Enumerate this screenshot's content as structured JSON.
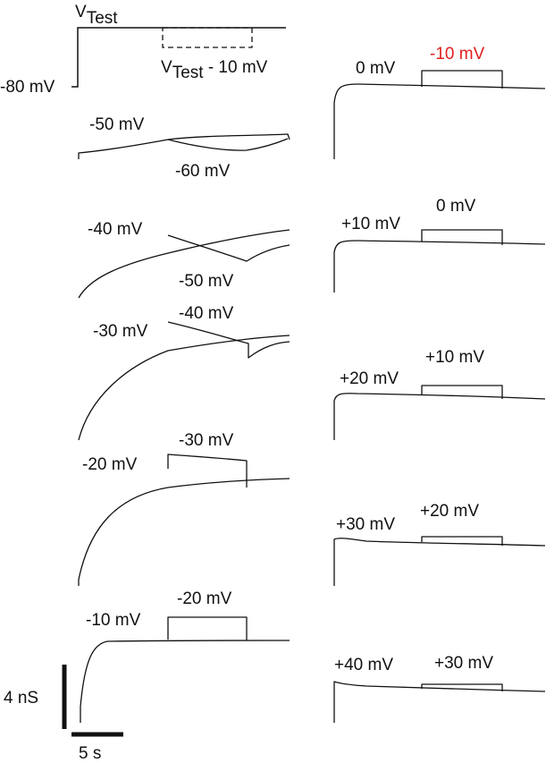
{
  "protocol": {
    "vtest_main": "V",
    "vtest_sub": "Test",
    "holding_label": "-80 mV",
    "step_main": "V",
    "step_sub": "Test",
    "step_tail": " - 10 mV"
  },
  "left_traces": [
    {
      "test": "-50 mV",
      "step": "-60 mV"
    },
    {
      "test": "-40 mV",
      "step": "-50 mV"
    },
    {
      "test": "-30 mV",
      "step": "-40 mV"
    },
    {
      "test": "-20 mV",
      "step": "-30 mV"
    },
    {
      "test": "-10 mV",
      "step": "-20 mV"
    }
  ],
  "right_traces": [
    {
      "test": "0 mV",
      "step": "-10 mV"
    },
    {
      "test": "+10 mV",
      "step": "0 mV"
    },
    {
      "test": "+20 mV",
      "step": "+10 mV"
    },
    {
      "test": "+30 mV",
      "step": "+20 mV"
    },
    {
      "test": "+40 mV",
      "step": "+30 mV"
    }
  ],
  "scale_bar": {
    "vertical_label": "4 nS",
    "horizontal_label": "5 s"
  },
  "colors": {
    "trace": "#111111",
    "highlight": "#e02020"
  }
}
